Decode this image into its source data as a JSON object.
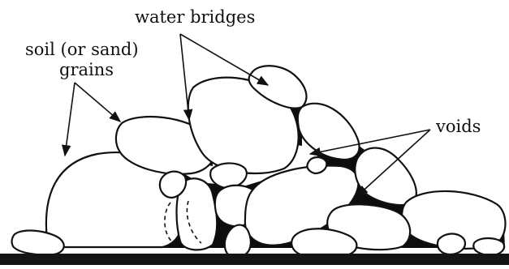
{
  "labels": {
    "water_bridges": "water bridges",
    "soil_line1": "soil (or sand)",
    "soil_line2": "grains",
    "voids": "voids"
  },
  "colors": {
    "outline": "#111111",
    "grain_fill": "#ffffff",
    "water_fill": "#0d0d0d",
    "background": "#ffffff"
  }
}
